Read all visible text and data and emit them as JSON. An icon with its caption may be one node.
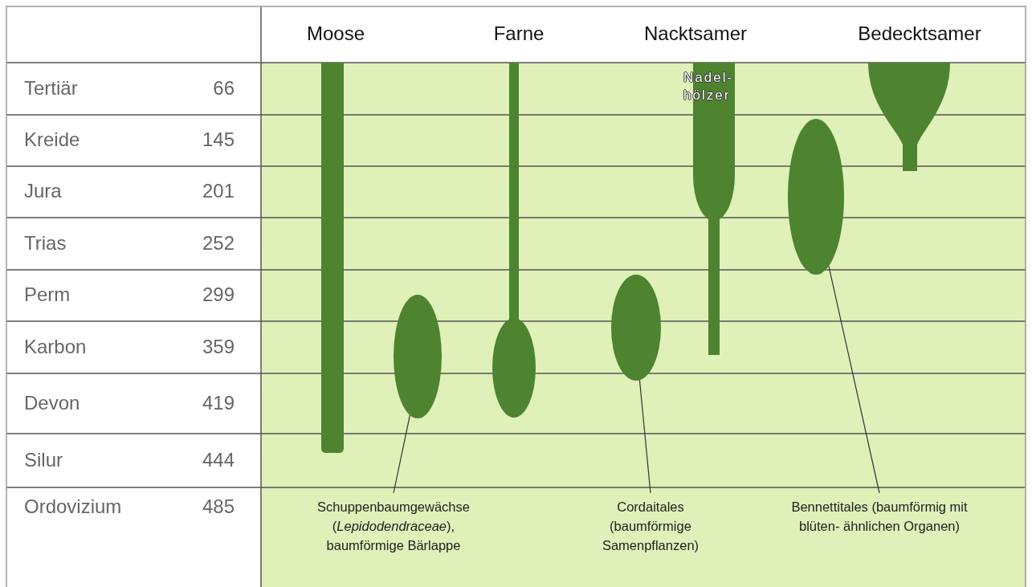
{
  "diagram": {
    "nodes": [
      {
        "text": [
          "Schuppenbaumgewächse (*Lepidodendraceae*), baumförmige Bärlappe"
        ]
      },
      {
        "text": [],
        "shape": "ellipse"
      },
      {
        "text": [
          "Cordaitales (baumförmige Samenpflanzen)"
        ]
      },
      {
        "text": [],
        "shape": "ellipse"
      },
      {
        "text": [
          "Bennettitales (baumförmig mit blüten- ähnlichen Organen)"
        ]
      },
      {
        "text": [],
        "shape": "ellipse"
      },
      {
        "text": [
          "Nadel- hölzer"
        ]
      },
      {
        "text": [],
        "shape": "bar"
      },
      {
        "text": [],
        "shape": "spindle"
      },
      {
        "text": [],
        "shape": "spindle"
      }
    ],
    "edges": [
      {
        "from": 0,
        "to": 1,
        "arrow": "none"
      },
      {
        "from": 2,
        "to": 3,
        "arrow": "none"
      },
      {
        "from": 4,
        "to": 5,
        "arrow": "none"
      }
    ],
    "labels": [
      "Moose",
      "Farne",
      "Nacktsamer",
      "Bedecktsamer",
      "Tertiär",
      "66",
      "Kreide",
      "145",
      "Jura",
      "201",
      "Trias",
      "252",
      "Perm",
      "299",
      "Karbon",
      "359",
      "Devon",
      "419",
      "Silur",
      "444",
      "Ordovizium",
      "485"
    ]
  }
}
